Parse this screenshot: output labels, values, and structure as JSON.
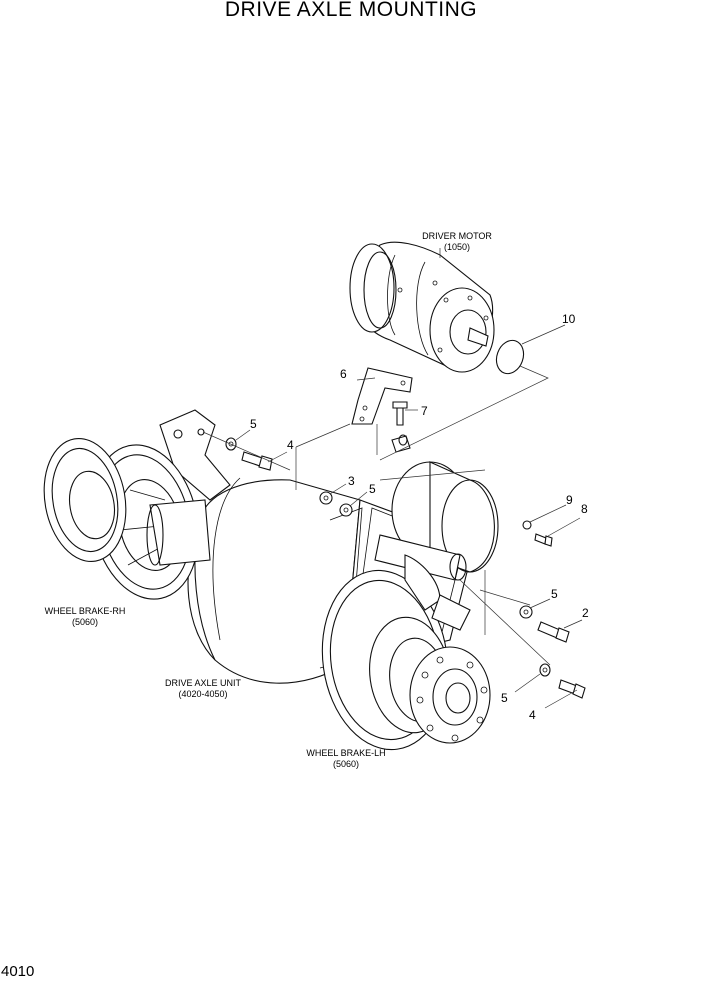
{
  "title": "DRIVE AXLE MOUNTING",
  "page_number": "4010",
  "labels": {
    "driver_motor": "DRIVER MOTOR",
    "driver_motor_code": "(1050)",
    "wheel_brake_rh": "WHEEL BRAKE-RH",
    "wheel_brake_rh_code": "(5060)",
    "drive_axle_unit": "DRIVE AXLE UNIT",
    "drive_axle_unit_code": "(4020-4050)",
    "wheel_brake_lh": "WHEEL BRAKE-LH",
    "wheel_brake_lh_code": "(5060)"
  },
  "callouts": {
    "c10": "10",
    "c6": "6",
    "c7": "7",
    "c5a": "5",
    "c4a": "4",
    "c3": "3",
    "c5b": "5",
    "c9": "9",
    "c8": "8",
    "c5c": "5",
    "c2": "2",
    "c5d": "5",
    "c4b": "4"
  }
}
